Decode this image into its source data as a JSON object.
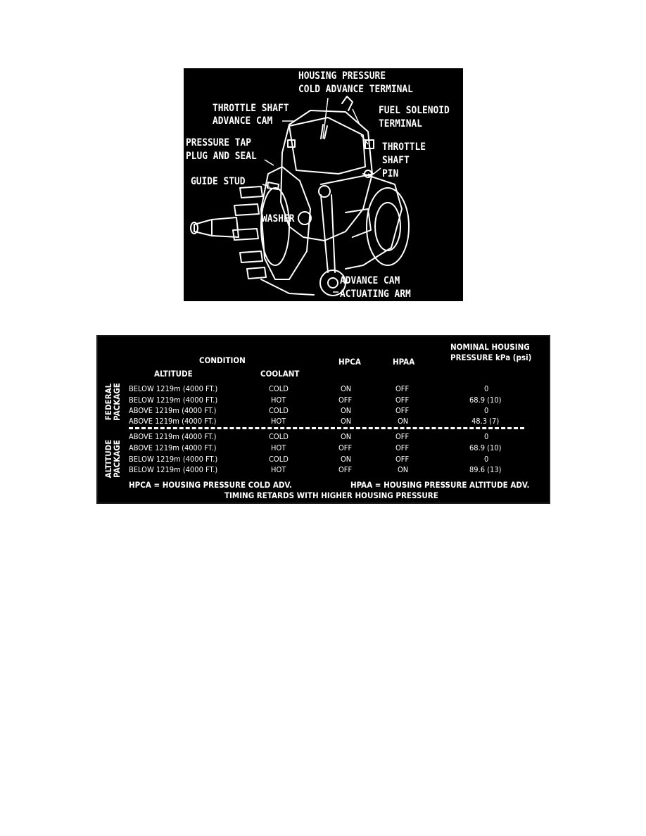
{
  "figure1": {
    "labels": {
      "housing_pressure": "HOUSING PRESSURE",
      "cold_advance_terminal": "COLD ADVANCE TERMINAL",
      "throttle_shaft": "THROTTLE SHAFT",
      "advance_cam": "ADVANCE CAM",
      "fuel_solenoid": "FUEL SOLENOID",
      "terminal": "TERMINAL",
      "pressure_tap": "PRESSURE TAP",
      "plug_and_seal": "PLUG AND SEAL",
      "throttle": "THROTTLE",
      "shaft": "SHAFT",
      "pin": "PIN",
      "guide_stud": "GUIDE STUD",
      "washer": "WASHER",
      "advance_cam_bottom": "ADVANCE CAM",
      "actuating_arm": "ACTUATING ARM"
    }
  },
  "figure2": {
    "headers": {
      "condition": "CONDITION",
      "altitude": "ALTITUDE",
      "coolant": "COOLANT",
      "hpca": "HPCA",
      "hpaa": "HPAA",
      "nominal_line1": "NOMINAL HOUSING",
      "nominal_line2": "PRESSURE kPa (psi)"
    },
    "packages": {
      "federal_line1": "FEDERAL",
      "federal_line2": "PACKAGE",
      "altitude_line1": "ALTITUDE",
      "altitude_line2": "PACKAGE"
    },
    "rows": [
      {
        "altitude": "BELOW 1219m (4000 FT.)",
        "coolant": "COLD",
        "hpca": "ON",
        "hpaa": "OFF",
        "pressure": "0"
      },
      {
        "altitude": "BELOW 1219m (4000 FT.)",
        "coolant": "HOT",
        "hpca": "OFF",
        "hpaa": "OFF",
        "pressure": "68.9 (10)"
      },
      {
        "altitude": "ABOVE 1219m (4000 FT.)",
        "coolant": "COLD",
        "hpca": "ON",
        "hpaa": "OFF",
        "pressure": "0"
      },
      {
        "altitude": "ABOVE 1219m (4000 FT.)",
        "coolant": "HOT",
        "hpca": "ON",
        "hpaa": "ON",
        "pressure": "48.3 (7)"
      },
      {
        "altitude": "ABOVE 1219m (4000 FT.)",
        "coolant": "COLD",
        "hpca": "ON",
        "hpaa": "OFF",
        "pressure": "0"
      },
      {
        "altitude": "ABOVE 1219m (4000 FT.)",
        "coolant": "HOT",
        "hpca": "OFF",
        "hpaa": "OFF",
        "pressure": "68.9 (10)"
      },
      {
        "altitude": "BELOW 1219m (4000 FT.)",
        "coolant": "COLD",
        "hpca": "ON",
        "hpaa": "OFF",
        "pressure": "0"
      },
      {
        "altitude": "BELOW 1219m (4000 FT.)",
        "coolant": "HOT",
        "hpca": "OFF",
        "hpaa": "ON",
        "pressure": "89.6 (13)"
      }
    ],
    "footnotes": {
      "hpca_def": "HPCA = HOUSING PRESSURE COLD ADV.",
      "hpaa_def": "HPAA = HOUSING PRESSURE ALTITUDE ADV.",
      "timing": "TIMING RETARDS WITH HIGHER HOUSING PRESSURE"
    }
  }
}
